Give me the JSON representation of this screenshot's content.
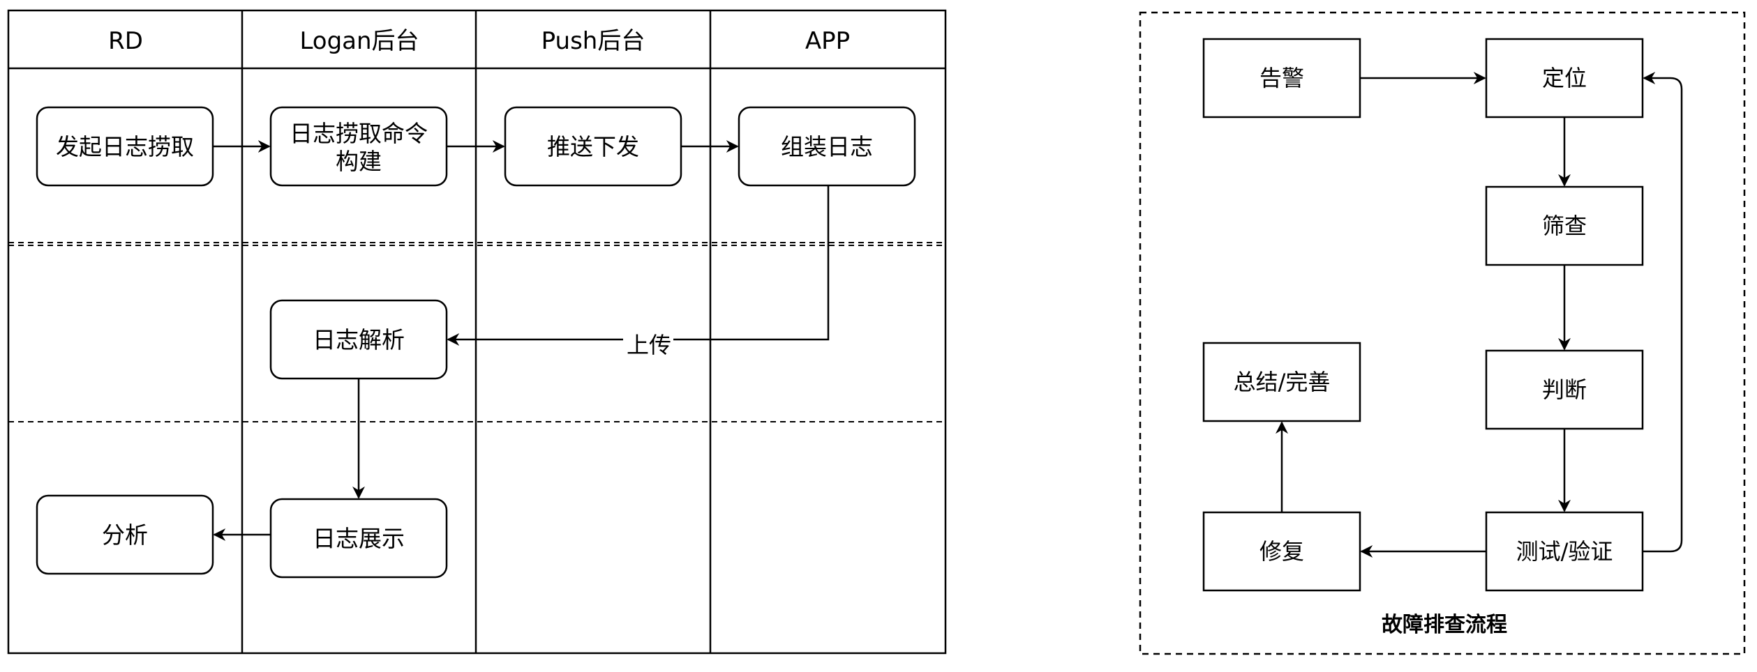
{
  "swimlane": {
    "lanes": [
      {
        "id": "rd",
        "title": "RD"
      },
      {
        "id": "logan",
        "title": "Logan后台"
      },
      {
        "id": "push",
        "title": "Push后台"
      },
      {
        "id": "app",
        "title": "APP"
      }
    ],
    "nodes": {
      "initiate": [
        "发起日志捞取"
      ],
      "build": [
        "日志捞取命令",
        "构建"
      ],
      "push": [
        "推送下发"
      ],
      "assemble": [
        "组装日志"
      ],
      "parse": [
        "日志解析"
      ],
      "display": [
        "日志展示"
      ],
      "analyze": [
        "分析"
      ]
    },
    "edge_labels": {
      "upload": "上传"
    }
  },
  "troubleshooting": {
    "title": "故障排查流程",
    "nodes": {
      "alert": "告警",
      "locate": "定位",
      "screen": "筛查",
      "judge": "判断",
      "test": "测试/验证",
      "repair": "修复",
      "summary": "总结/完善"
    }
  }
}
